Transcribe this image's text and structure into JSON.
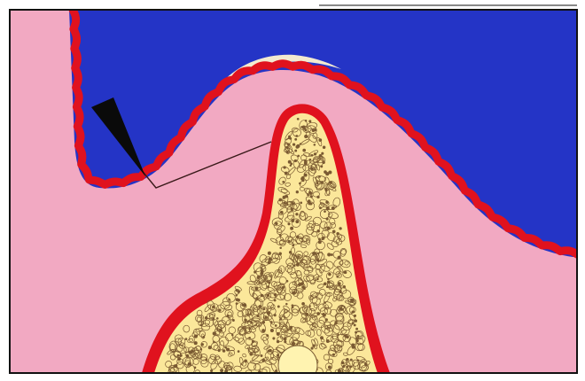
{
  "colors": {
    "background": "#ffffff",
    "frame": "#111111",
    "soft_tissue": "#f2a9c2",
    "epithelium": "#e0121e",
    "space": "#2434c6",
    "bone": "#fbe79a",
    "tooth_surface": "#f3ead0",
    "instrument": "#0a0a0a",
    "probe_line": "#3a1a1a",
    "trabeculae": "#7a5a32"
  },
  "elements": [
    {
      "name": "blue-space",
      "icon": "region"
    },
    {
      "name": "gingival-tissue",
      "icon": "region"
    },
    {
      "name": "epithelial-lining",
      "icon": "wavy-border"
    },
    {
      "name": "alveolar-bone-crest",
      "icon": "region"
    },
    {
      "name": "instrument-tip",
      "icon": "triangle"
    },
    {
      "name": "probe-line",
      "icon": "polyline"
    }
  ]
}
